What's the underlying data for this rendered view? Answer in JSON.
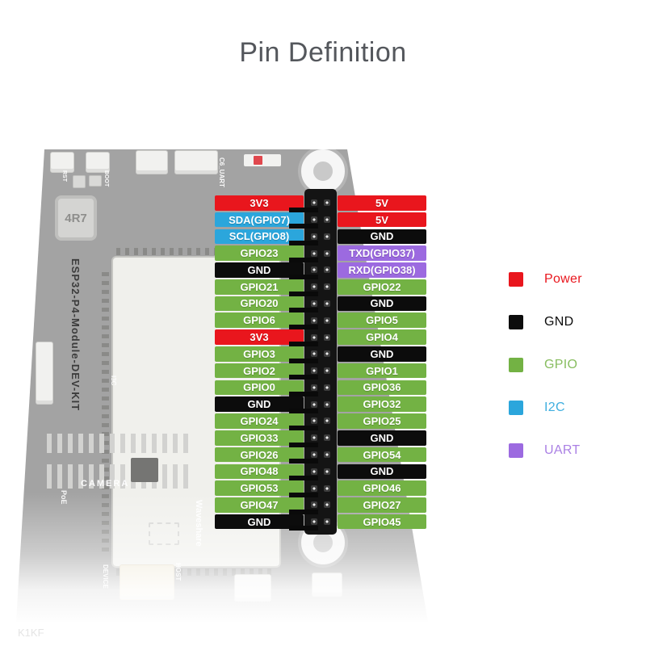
{
  "title": "Pin Definition",
  "watermark": "K1KF",
  "colors": {
    "power": "#e9161d",
    "gnd": "#0c0c0c",
    "gpio": "#73b244",
    "i2c": "#2ba6dc",
    "uart": "#9c6ae0",
    "board": "#a3a3a3",
    "title_text": "#54575c"
  },
  "board": {
    "texts": {
      "model": "ESP32-P4-Module-DEV-KIT",
      "boot": "BOOT",
      "rst": "RST",
      "c6_uart": "C6_UART",
      "inductor": "4R7",
      "i3c_label": "I3C",
      "camera": "CAMERA",
      "poe": "PoE",
      "brand": "Waveshare",
      "device": "DEVICE",
      "host": "HOST"
    }
  },
  "pins": {
    "rows": [
      {
        "left": {
          "label": "3V3",
          "type": "power"
        },
        "right": {
          "label": "5V",
          "type": "power"
        }
      },
      {
        "left": {
          "label": "SDA(GPIO7)",
          "type": "i2c"
        },
        "right": {
          "label": "5V",
          "type": "power"
        }
      },
      {
        "left": {
          "label": "SCL(GPIO8)",
          "type": "i2c"
        },
        "right": {
          "label": "GND",
          "type": "gnd"
        }
      },
      {
        "left": {
          "label": "GPIO23",
          "type": "gpio"
        },
        "right": {
          "label": "TXD(GPIO37)",
          "type": "uart"
        }
      },
      {
        "left": {
          "label": "GND",
          "type": "gnd"
        },
        "right": {
          "label": "RXD(GPIO38)",
          "type": "uart"
        }
      },
      {
        "left": {
          "label": "GPIO21",
          "type": "gpio"
        },
        "right": {
          "label": "GPIO22",
          "type": "gpio"
        }
      },
      {
        "left": {
          "label": "GPIO20",
          "type": "gpio"
        },
        "right": {
          "label": "GND",
          "type": "gnd"
        }
      },
      {
        "left": {
          "label": "GPIO6",
          "type": "gpio"
        },
        "right": {
          "label": "GPIO5",
          "type": "gpio"
        }
      },
      {
        "left": {
          "label": "3V3",
          "type": "power"
        },
        "right": {
          "label": "GPIO4",
          "type": "gpio"
        }
      },
      {
        "left": {
          "label": "GPIO3",
          "type": "gpio"
        },
        "right": {
          "label": "GND",
          "type": "gnd"
        }
      },
      {
        "left": {
          "label": "GPIO2",
          "type": "gpio"
        },
        "right": {
          "label": "GPIO1",
          "type": "gpio"
        }
      },
      {
        "left": {
          "label": "GPIO0",
          "type": "gpio"
        },
        "right": {
          "label": "GPIO36",
          "type": "gpio"
        }
      },
      {
        "left": {
          "label": "GND",
          "type": "gnd"
        },
        "right": {
          "label": "GPIO32",
          "type": "gpio"
        }
      },
      {
        "left": {
          "label": "GPIO24",
          "type": "gpio"
        },
        "right": {
          "label": "GPIO25",
          "type": "gpio"
        }
      },
      {
        "left": {
          "label": "GPIO33",
          "type": "gpio"
        },
        "right": {
          "label": "GND",
          "type": "gnd"
        }
      },
      {
        "left": {
          "label": "GPIO26",
          "type": "gpio"
        },
        "right": {
          "label": "GPIO54",
          "type": "gpio"
        }
      },
      {
        "left": {
          "label": "GPIO48",
          "type": "gpio"
        },
        "right": {
          "label": "GND",
          "type": "gnd"
        }
      },
      {
        "left": {
          "label": "GPIO53",
          "type": "gpio"
        },
        "right": {
          "label": "GPIO46",
          "type": "gpio"
        }
      },
      {
        "left": {
          "label": "GPIO47",
          "type": "gpio"
        },
        "right": {
          "label": "GPIO27",
          "type": "gpio"
        }
      },
      {
        "left": {
          "label": "GND",
          "type": "gnd"
        },
        "right": {
          "label": "GPIO45",
          "type": "gpio"
        }
      }
    ]
  },
  "legend": {
    "items": [
      {
        "label": "Power",
        "type": "power"
      },
      {
        "label": "GND",
        "type": "gnd"
      },
      {
        "label": "GPIO",
        "type": "gpio"
      },
      {
        "label": "I2C",
        "type": "i2c"
      },
      {
        "label": "UART",
        "type": "uart"
      }
    ]
  }
}
